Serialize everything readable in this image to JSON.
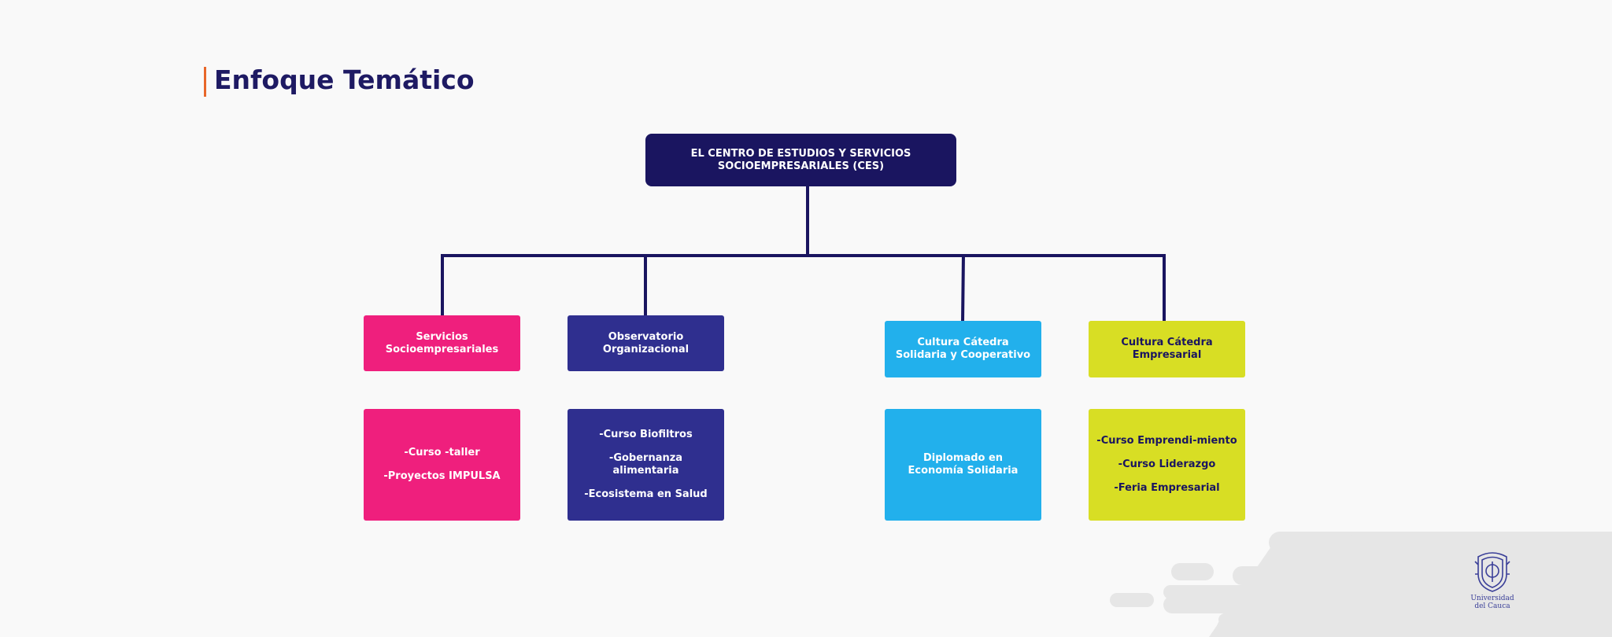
{
  "title": "Enfoque Temático",
  "colors": {
    "accent": "#e8672a",
    "title": "#1e1a63",
    "root": "#1a1560",
    "connector": "#1a1560",
    "pink": "#ef1f7d",
    "indigo": "#2f2f8f",
    "cyan": "#22b0ec",
    "lime": "#d8de24",
    "dark_text": "#1a1560",
    "light_text": "#ffffff",
    "deco": "#e6e6e6",
    "logo": "#3a3f98"
  },
  "root": {
    "lines": [
      "EL CENTRO DE ESTUDIOS Y SERVICIOS",
      "SOCIOEMPRESARIALES (CES)"
    ]
  },
  "branches": [
    {
      "color_key": "pink",
      "label_lines": [
        "Servicios",
        "Socioempresariales"
      ],
      "details": [
        "-Curso -taller",
        "-Proyectos IMPULSA"
      ]
    },
    {
      "color_key": "indigo",
      "label_lines": [
        "Observatorio",
        "Organizacional"
      ],
      "details": [
        "-Curso Biofiltros",
        "-Gobernanza alimentaria",
        "-Ecosistema en Salud"
      ]
    },
    {
      "color_key": "cyan",
      "label_lines": [
        "Cultura Cátedra",
        "Solidaria y Cooperativo"
      ],
      "details": [
        "Diplomado en",
        "Economía Solidaria"
      ]
    },
    {
      "color_key": "lime",
      "label_lines": [
        "Cultura Cátedra",
        "Empresarial"
      ],
      "details": [
        "-Curso Emprendi-miento",
        "-Curso Liderazgo",
        "-Feria Empresarial"
      ]
    }
  ],
  "logo": {
    "icon": "university-crest-icon",
    "lines": [
      "Universidad",
      "del Cauca"
    ]
  }
}
